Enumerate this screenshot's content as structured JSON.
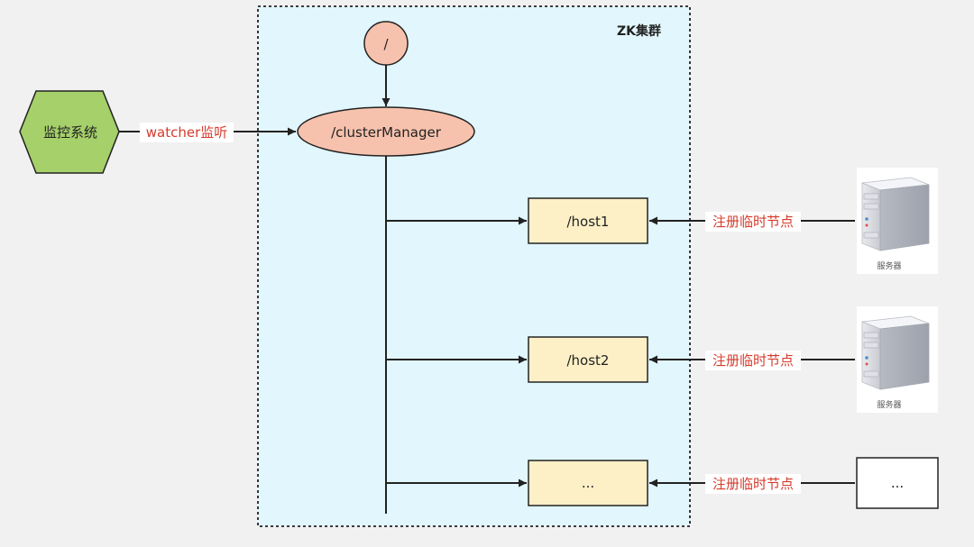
{
  "cluster": {
    "title": "ZK集群"
  },
  "nodes": {
    "root": "/",
    "cluster_manager": "/clusterManager",
    "monitor": "监控系统",
    "hosts": [
      "/host1",
      "/host2",
      "..."
    ]
  },
  "edge_labels": {
    "watcher": "watcher监听",
    "register": [
      "注册临时节点",
      "注册临时节点",
      "注册临时节点"
    ]
  },
  "servers": [
    {
      "caption": "服务器"
    },
    {
      "caption": "服务器"
    },
    {
      "caption": "..."
    }
  ],
  "colors": {
    "cluster_bg": "#e1f6fd",
    "ellipse_fill": "#f7c2ad",
    "host_fill": "#fdf0c7",
    "monitor_fill": "#a5d06a",
    "label_red": "#d63b2c"
  }
}
